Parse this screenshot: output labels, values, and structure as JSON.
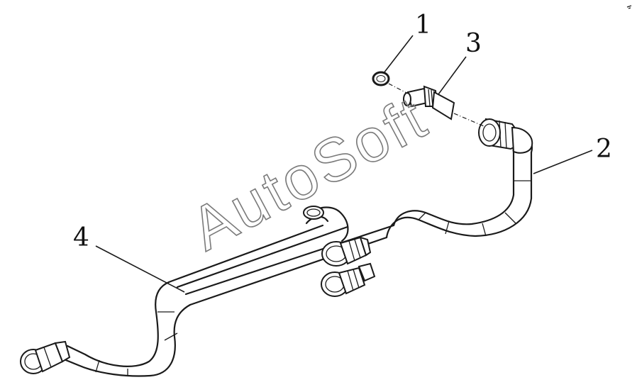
{
  "callouts": {
    "c1": "1",
    "c2": "2",
    "c3": "3",
    "c4": "4"
  },
  "watermark": {
    "text": "AutoSoft"
  },
  "colors": {
    "line": "#1a1a1a",
    "background": "#ffffff"
  }
}
